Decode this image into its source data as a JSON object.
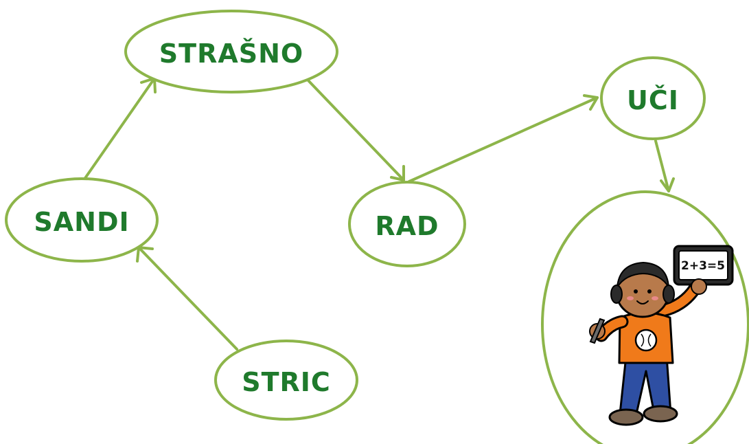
{
  "diagram": {
    "nodes": {
      "strasno": "STRAŠNO",
      "sandi": "SANDI",
      "stric": "STRIC",
      "rad": "RAD",
      "uci": "UČI"
    },
    "picture": {
      "tablet_text": "2+3=5"
    }
  },
  "colors": {
    "accent": "#8db54a",
    "label": "#1f7a2c"
  },
  "icons": {
    "picture": "boy-with-tablet-icon"
  }
}
